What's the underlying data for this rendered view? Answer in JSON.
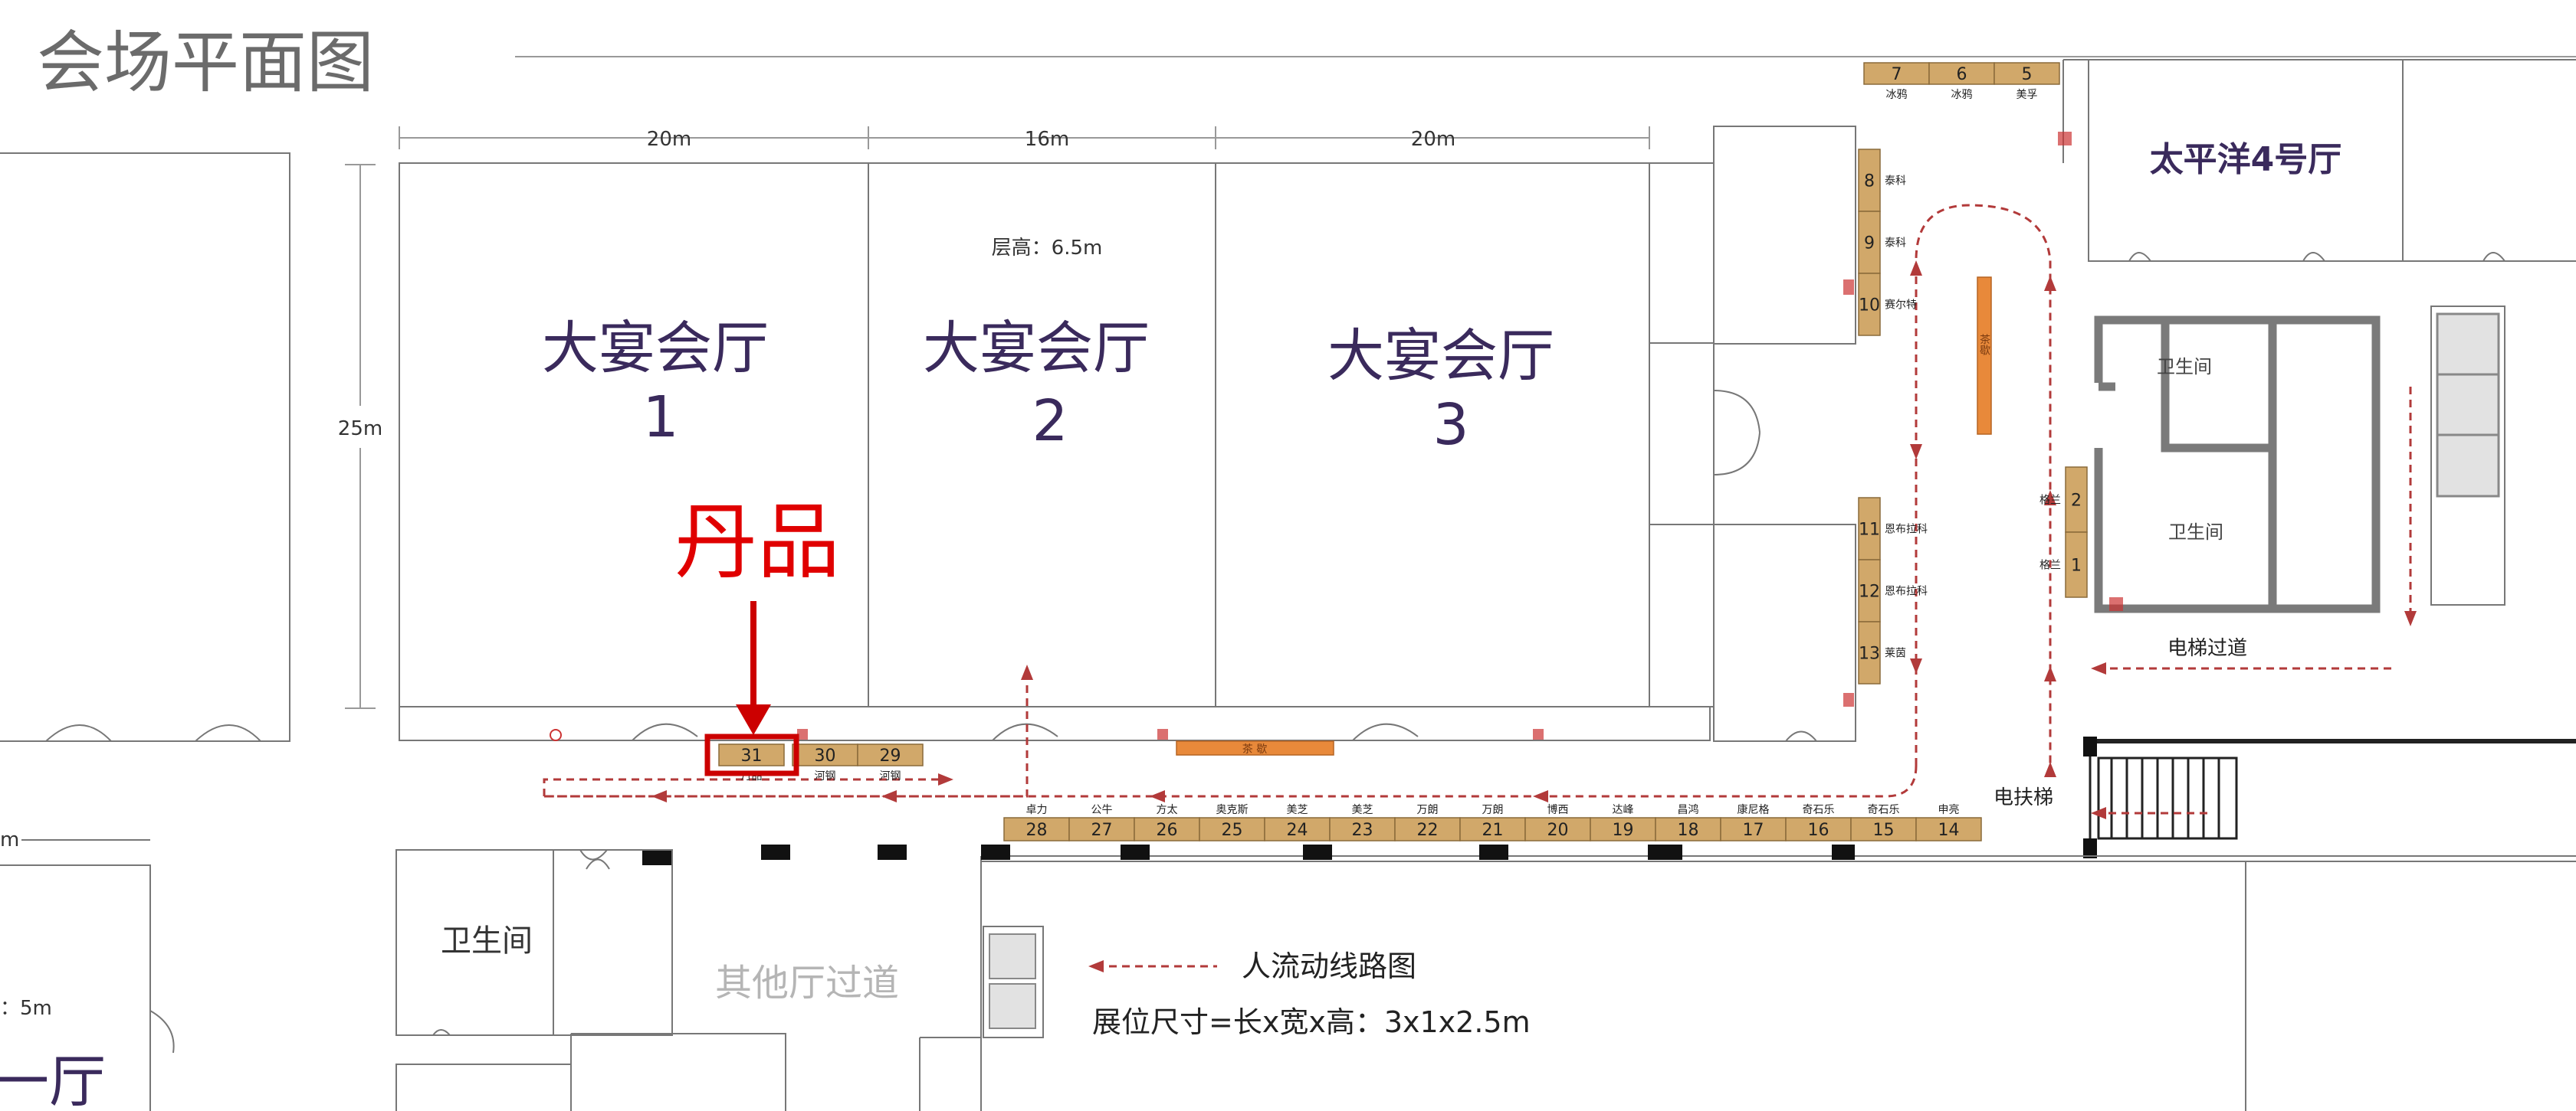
{
  "title": "会场平面图",
  "colors": {
    "booth": "#d1a86a",
    "route": "#b23a3a",
    "highlight": "#cc0000",
    "hall_text": "#3a2a5c",
    "orange": "#e8893a"
  },
  "dimensions": {
    "width1": "20m",
    "width2": "16m",
    "width3": "20m",
    "depth": "25m",
    "ceiling": "层高：6.5m",
    "left_partial_dim": "m",
    "left_partial_ceiling": "：5m"
  },
  "halls": [
    {
      "name": "大宴会厅",
      "number": "1"
    },
    {
      "name": "大宴会厅",
      "number": "2"
    },
    {
      "name": "大宴会厅",
      "number": "3"
    }
  ],
  "left_hall_partial": "一厅",
  "pacific_hall": "太平洋4号厅",
  "brand_label": "丹品",
  "restrooms": {
    "main": "卫生间",
    "upper": "卫生间",
    "lower": "卫生间"
  },
  "other_corridor": "其他厅过道",
  "elevator_corridor": "电梯过道",
  "escalator": "电扶梯",
  "legend_route": "人流动线路图",
  "booth_size_note": "展位尺寸=长x宽x高：3x1x2.5m",
  "booths_top": [
    {
      "num": "7",
      "name": "冰鸦"
    },
    {
      "num": "6",
      "name": "冰鸦"
    },
    {
      "num": "5",
      "name": "美孚"
    }
  ],
  "booths_column_upper": [
    {
      "num": "8",
      "name": "泰科"
    },
    {
      "num": "9",
      "name": "泰科"
    },
    {
      "num": "10",
      "name": "赛尔特"
    }
  ],
  "booths_column_lower": [
    {
      "num": "11",
      "name": "恩布拉科"
    },
    {
      "num": "12",
      "name": "恩布拉科"
    },
    {
      "num": "13",
      "name": "莱茵"
    }
  ],
  "booths_right": [
    {
      "num": "2",
      "name": "格兰"
    },
    {
      "num": "1",
      "name": "格兰"
    }
  ],
  "booths_bottom": [
    {
      "num": "28",
      "name": "卓力"
    },
    {
      "num": "27",
      "name": "公牛"
    },
    {
      "num": "26",
      "name": "方太"
    },
    {
      "num": "25",
      "name": "奥克斯"
    },
    {
      "num": "24",
      "name": "美芝"
    },
    {
      "num": "23",
      "name": "美芝"
    },
    {
      "num": "22",
      "name": "万朗"
    },
    {
      "num": "21",
      "name": "万朗"
    },
    {
      "num": "20",
      "name": "博西"
    },
    {
      "num": "19",
      "name": "达峰"
    },
    {
      "num": "18",
      "name": "昌鸿"
    },
    {
      "num": "17",
      "name": "康尼格"
    },
    {
      "num": "16",
      "name": "奇石乐"
    },
    {
      "num": "15",
      "name": "奇石乐"
    },
    {
      "num": "14",
      "name": "申亮"
    }
  ],
  "booths_left": [
    {
      "num": "31",
      "name": "丹品"
    },
    {
      "num": "30",
      "name": "河钢"
    },
    {
      "num": "29",
      "name": "河钢"
    }
  ],
  "tea_bar_h": "茶  歇",
  "tea_bar_v": "茶歇"
}
